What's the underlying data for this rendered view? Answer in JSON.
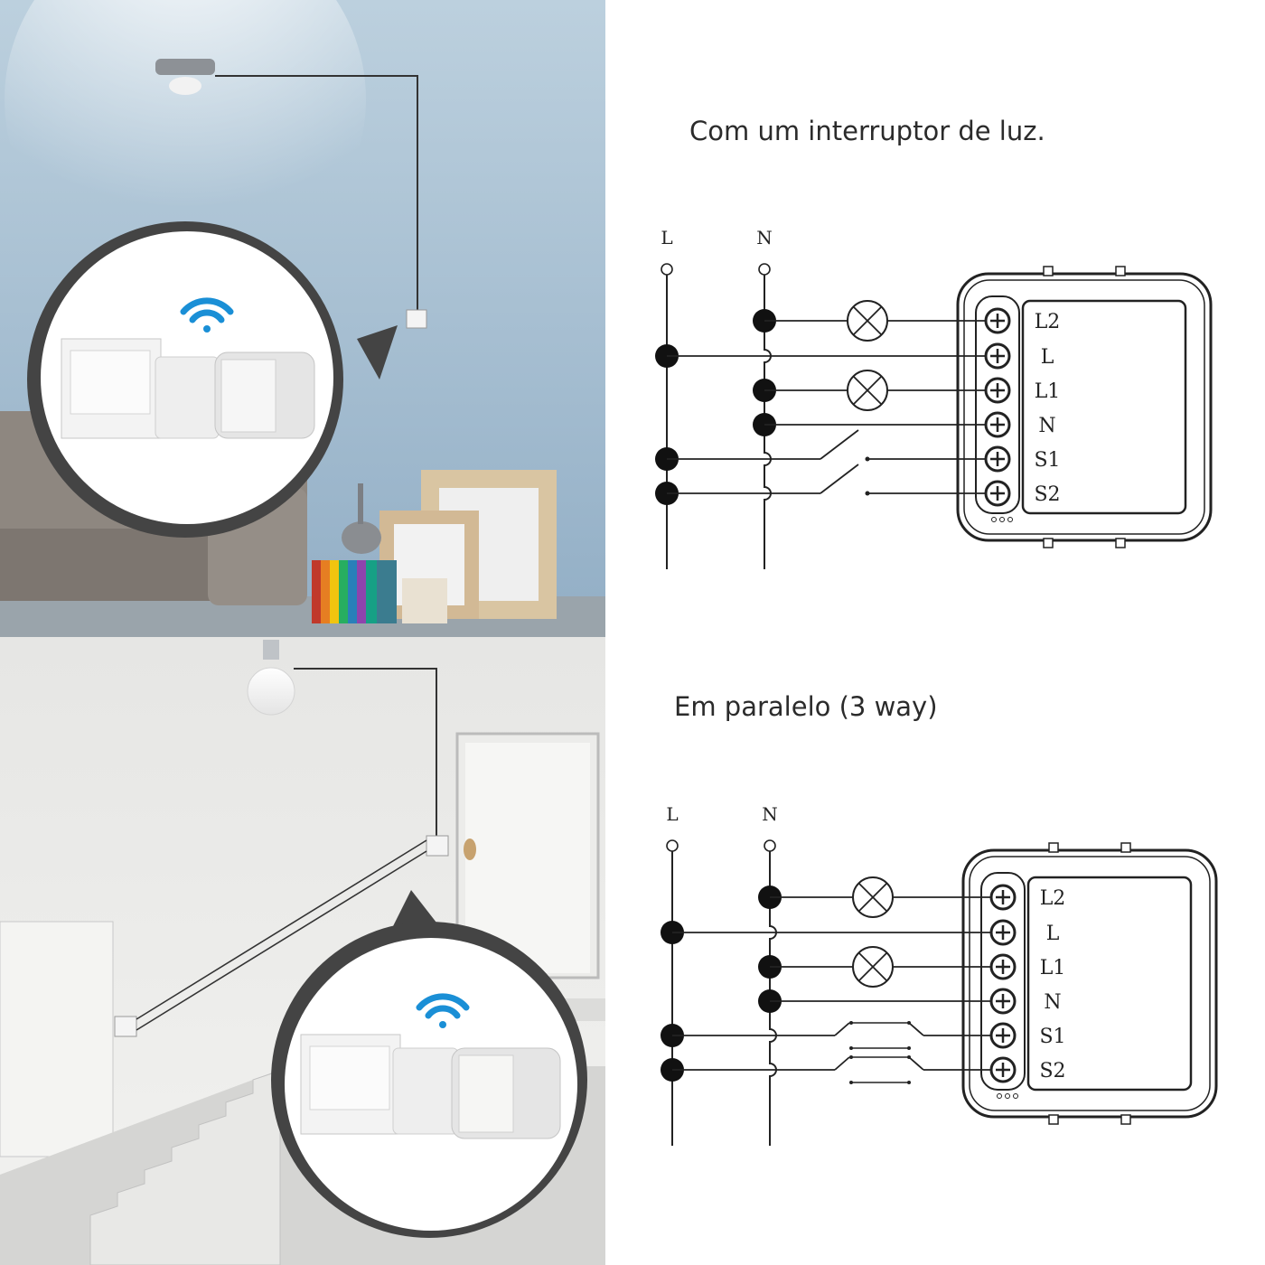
{
  "diagrams": [
    {
      "title": "Com um interruptor de luz.",
      "line_labels": [
        "L",
        "N"
      ],
      "terminals": [
        "L2",
        "L",
        "L1",
        "N",
        "S1",
        "S2"
      ],
      "switch_type": "single"
    },
    {
      "title": "Em paralelo (3 way)",
      "line_labels": [
        "L",
        "N"
      ],
      "terminals": [
        "L2",
        "L",
        "L1",
        "N",
        "S1",
        "S2"
      ],
      "switch_type": "3-way"
    }
  ],
  "colors": {
    "wall_top": "#a9c1d4",
    "wall_bottom": "#e9e9e7",
    "wifi": "#1a8fd6",
    "ink": "#222222"
  },
  "icons": [
    "wifi-icon",
    "ceiling-lamp-icon",
    "light-bulb-icon",
    "wall-switch-icon",
    "switch-module-icon"
  ]
}
